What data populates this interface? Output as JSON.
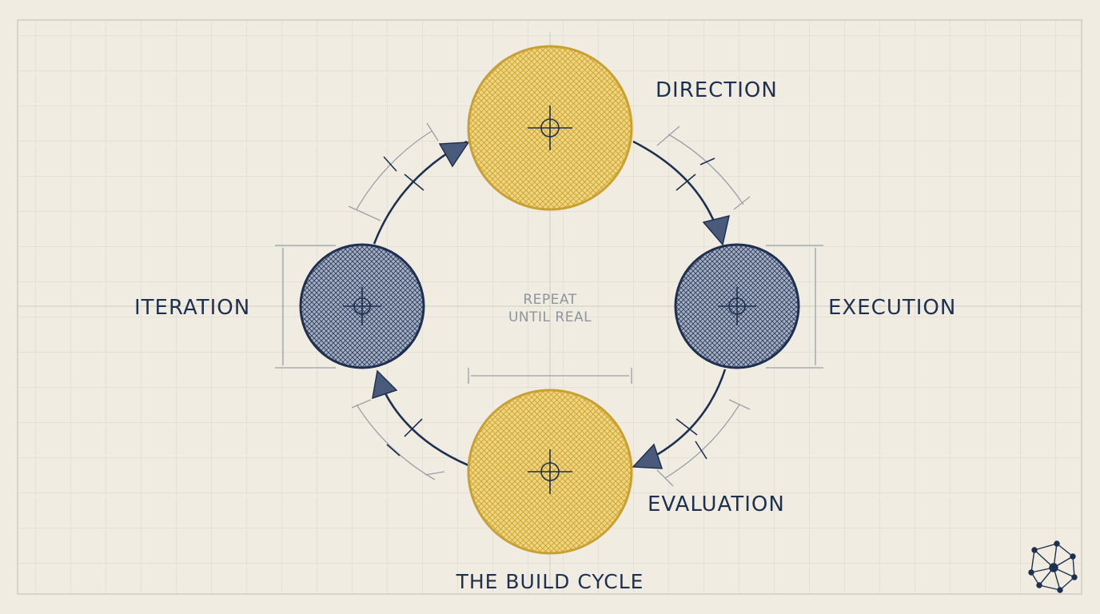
{
  "diagram": {
    "title": "THE BUILD CYCLE",
    "center_text": [
      "REPEAT",
      "UNTIL REAL"
    ],
    "nodes": [
      {
        "id": "direction",
        "label": "DIRECTION",
        "fill": "#e8c55a",
        "stroke": "#c9a033"
      },
      {
        "id": "execution",
        "label": "EXECUTION",
        "fill": "#8a95ad",
        "stroke": "#1e3050"
      },
      {
        "id": "evaluation",
        "label": "EVALUATION",
        "fill": "#e8c55a",
        "stroke": "#c9a033"
      },
      {
        "id": "iteration",
        "label": "ITERATION",
        "fill": "#8a95ad",
        "stroke": "#1e3050"
      }
    ],
    "edges": [
      {
        "from": "direction",
        "to": "execution"
      },
      {
        "from": "execution",
        "to": "evaluation"
      },
      {
        "from": "evaluation",
        "to": "iteration"
      },
      {
        "from": "iteration",
        "to": "direction"
      }
    ],
    "logo_icon": "network-graph-icon"
  },
  "colors": {
    "background": "#f1ece1",
    "grid": "#d9d6cc",
    "navy": "#1e3050",
    "gold": "#e8c55a",
    "gold_stroke": "#c9a033",
    "dimension_line": "#9aa0a8"
  }
}
